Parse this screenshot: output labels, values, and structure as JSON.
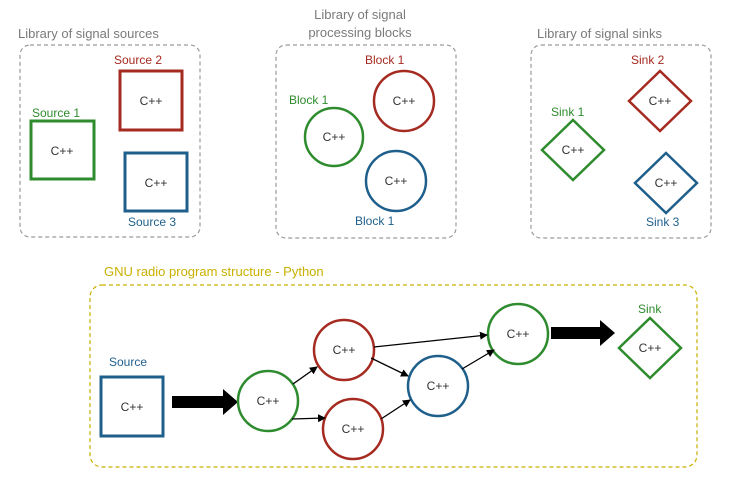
{
  "colors": {
    "green": "#2e8b2e",
    "red": "#a52a20",
    "blue": "#1f5f8b",
    "gray": "#9a9a9a",
    "yellow": "#c9b000",
    "black": "#000000"
  },
  "libraries": {
    "sources_title": "Library of signal sources",
    "blocks_title_line1": "Library of signal",
    "blocks_title_line2": "processing blocks",
    "sinks_title": "Library of signal sinks"
  },
  "sources": {
    "source1": "Source 1",
    "source2": "Source 2",
    "source3": "Source 3"
  },
  "blocks": {
    "block_red": "Block 1",
    "block_green": "Block 1",
    "block_blue": "Block 1"
  },
  "sinks": {
    "sink1": "Sink 1",
    "sink2": "Sink 2",
    "sink3": "Sink 3"
  },
  "program": {
    "title": "GNU radio program structure - Python",
    "source_label": "Source",
    "sink_label": "Sink"
  },
  "cpp": "C++"
}
